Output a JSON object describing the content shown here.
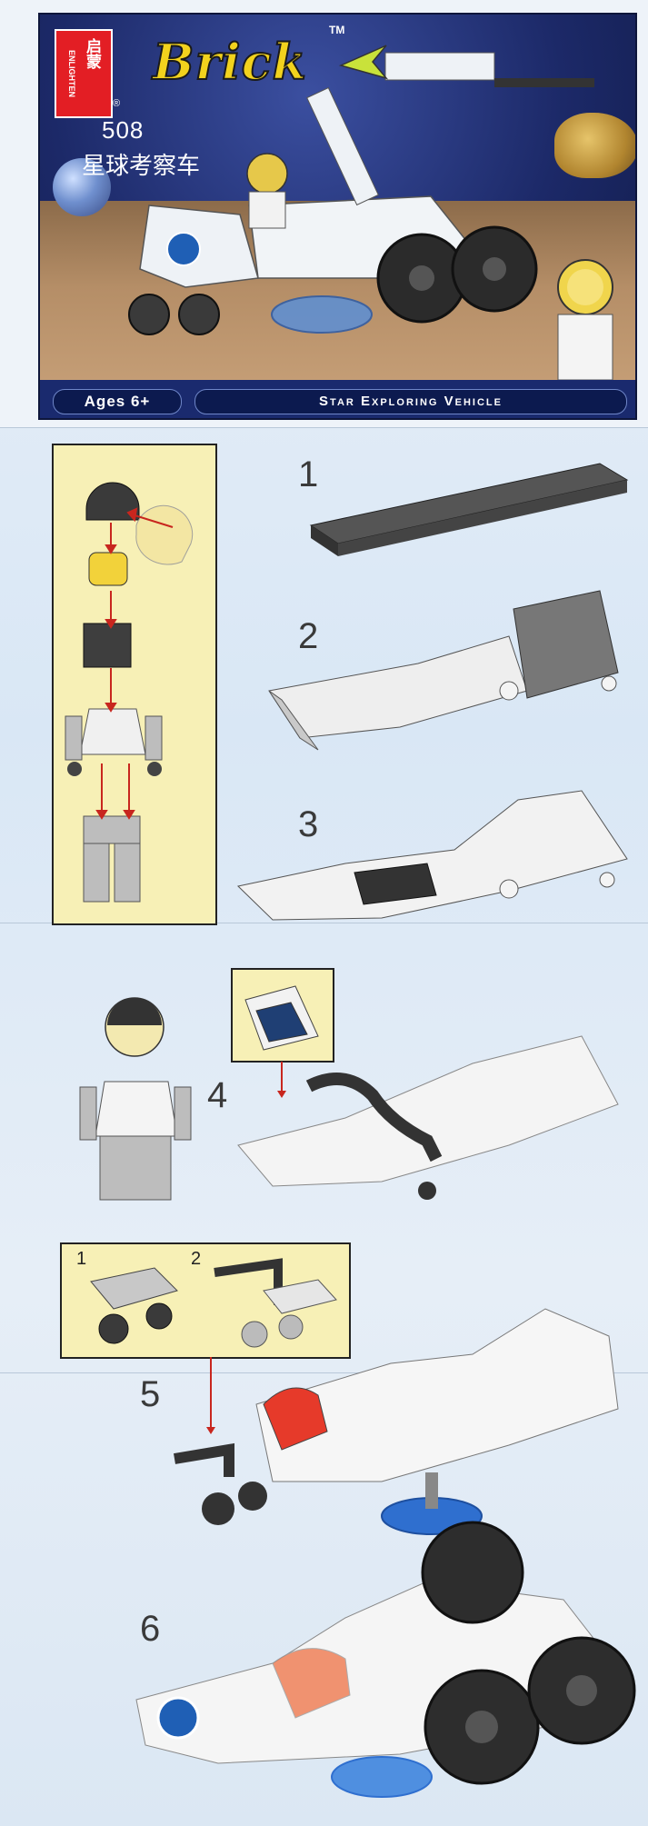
{
  "header": {
    "brand_en": "ENLIGHTEN",
    "brand_cn": "启蒙",
    "registered_mark": "®",
    "brand_word": "Brick",
    "trademark": "TM",
    "set_number": "508",
    "set_name_cn": "星球考察车",
    "ages": "Ages 6+",
    "title": "Star Exploring Vehicle"
  },
  "steps": [
    {
      "number": "1"
    },
    {
      "number": "2"
    },
    {
      "number": "3"
    },
    {
      "number": "4"
    },
    {
      "number": "5"
    },
    {
      "number": "6"
    }
  ],
  "subassembly_panel": {
    "labels": [
      "1",
      "2"
    ]
  },
  "colors": {
    "accent_red": "#e31e24",
    "logo_yellow": "#f2d21d",
    "panel_yellow": "#f7f0b6",
    "arrow_red": "#c8261e",
    "navy": "#1a2a6e"
  }
}
